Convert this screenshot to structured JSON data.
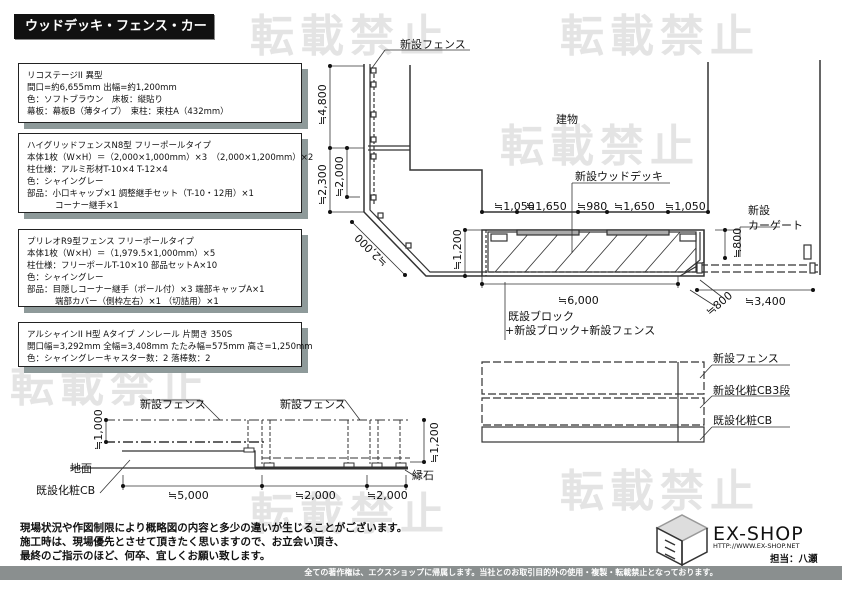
{
  "title": "ウッドデッキ・フェンス・カーゲート",
  "watermark": "転載禁止",
  "spec_boxes": [
    {
      "lines": [
        "リコステージII 異型",
        "間口=約6,655mm 出幅=約1,200mm",
        "色：ソフトブラウン　床板：縦貼り",
        "幕板：幕板B（薄タイプ）　束柱：束柱A（432mm）"
      ]
    },
    {
      "lines": [
        "ハイグリッドフェンスN8型 フリーポールタイプ",
        "本体1枚（W×H）＝（2,000×1,000mm）×3　（2,000×1,200mm）×2",
        "柱仕様：アルミ形材T-10×4 T-12×4",
        "色：シャイングレー",
        "部品：小口キャップ×1 調整継手セット（T-10・12用）×1"
      ],
      "indent": "コーナー継手×1"
    },
    {
      "lines": [
        "プリレオR9型フェンス フリーポールタイプ",
        "本体1枚（W×H）＝（1,979.5×1,000mm）×5",
        "柱仕様：フリーポールT-10×10 部品セットA×10",
        "色：シャイングレー",
        "部品：目隠しコーナー継手（ポール付）×3 端部キャップA×1"
      ],
      "indent": "端部カバー（側枠左右）×1 （切詰用）×1"
    },
    {
      "lines": [
        "アルシャインII H型 Aタイプ ノンレール 片開き 350S",
        "開口幅=3,292mm 全幅=3,408mm たたみ幅=575mm 高さ=1,250mm",
        "色：シャイングレーキャスター数：2 落棒数：2"
      ]
    }
  ],
  "plan": {
    "label_fence": "新設フェンス",
    "label_building": "建物",
    "label_deck": "新設ウッドデッキ",
    "label_gate_1": "新設",
    "label_gate_2": "カーゲート",
    "label_block_1": "既設ブロック",
    "label_block_2": "+新設ブロック+新設フェンス",
    "dim_4800": "≒4,800",
    "dim_2300": "≒2,300",
    "dim_2000": "≒2,000",
    "dim_diag": "≒2,000",
    "dim_1200": "≒1,200",
    "dims_top": [
      "≒1,050",
      "≒1,650",
      "≒980",
      "≒1,650",
      "≒1,050"
    ],
    "dim_6000": "≒6,000",
    "dim_800v": "≒800",
    "dim_800d": "≒800",
    "dim_3400": "≒3,400"
  },
  "elevation": {
    "label_fence_a": "新設フェンス",
    "label_fence_b": "新設フェンス",
    "label_ground": "地面",
    "label_cb": "既設化粧CB",
    "label_curb": "縁石",
    "dim_1000": "≒1,000",
    "dim_1200": "≒1,200",
    "dim_5000": "≒5,000",
    "dim_2000a": "≒2,000",
    "dim_2000b": "≒2,000"
  },
  "section": {
    "label_fence": "新設フェンス",
    "label_new_cb": "新設化粧CB3段",
    "label_old_cb": "既設化粧CB"
  },
  "notes": [
    "現場状況や作図制限により概略図の内容と多少の違いが生じることがございます。",
    "施工時は、現場優先とさせて頂きたく思いますので、お立会い頂き、",
    "最終のご指示のほど、何卒、宜しくお願い致します。"
  ],
  "brand": {
    "name": "EX-SHOP",
    "url": "HTTP://WWW.EX-SHOP.NET",
    "staff": "担当：八瀬"
  },
  "footer": "全ての著作権は、エクスショップに帰属します。当社とのお取引目的外の使用・複製・転載禁止となっております。"
}
